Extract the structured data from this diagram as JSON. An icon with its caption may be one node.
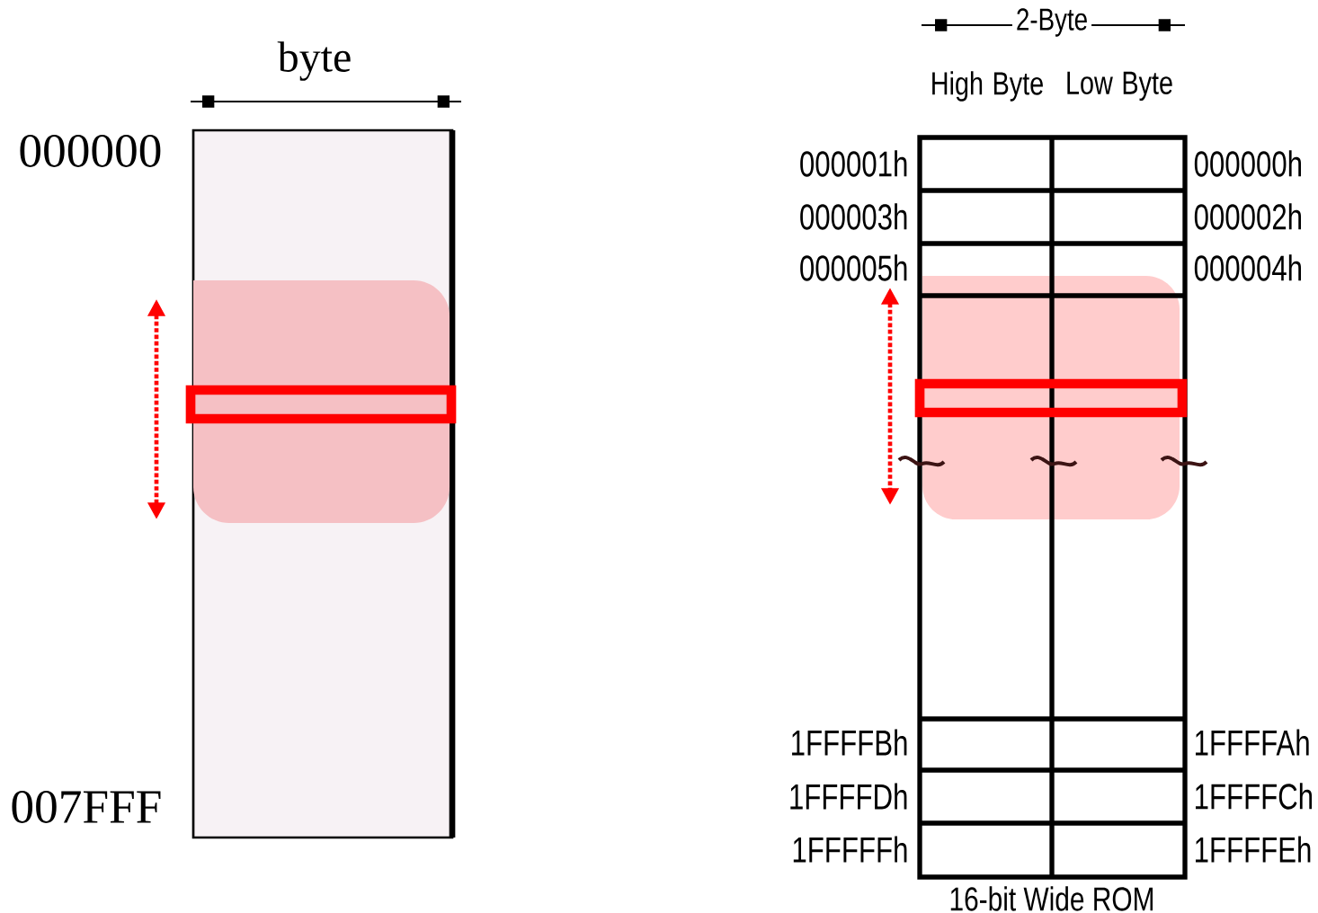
{
  "diagram": {
    "labels": [
      "2-Byte",
      "byte",
      "High Byte",
      "Low Byte",
      "000000",
      "000001h",
      "000000h",
      "000003h",
      "000002h",
      "000005h",
      "000004h",
      "1FFFFBh",
      "1FFFFAh",
      "007FFF",
      "1FFFFDh",
      "1FFFFCh",
      "1FFFFFh",
      "1FFFFEh",
      "16-bit Wide ROM"
    ]
  }
}
